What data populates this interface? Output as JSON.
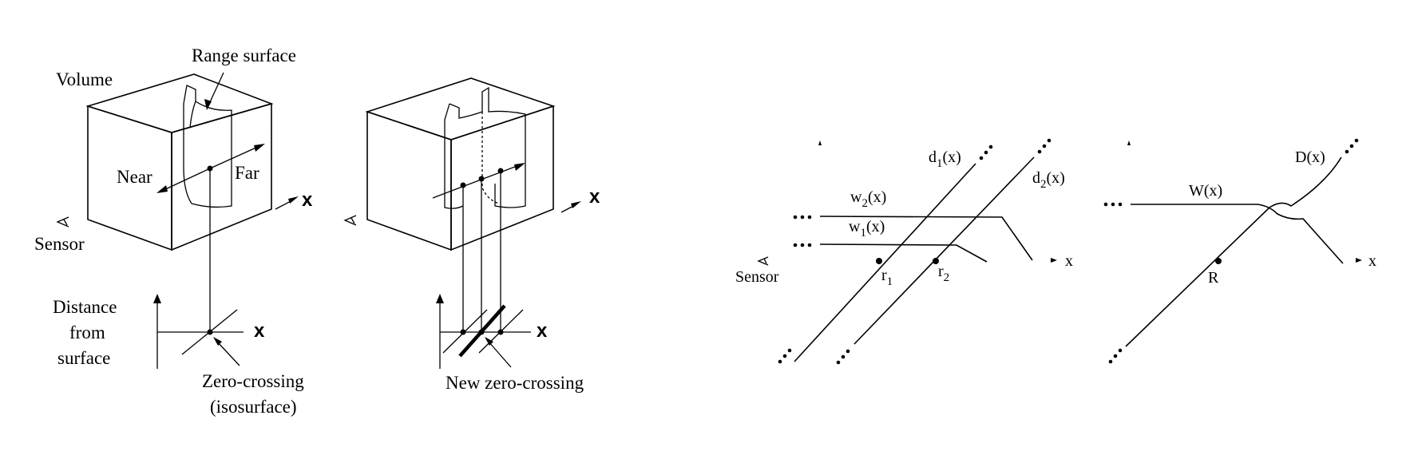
{
  "panel_a": {
    "volume_label": "Volume",
    "range_surface_label": "Range surface",
    "near_label": "Near",
    "far_label": "Far",
    "x_label": "x",
    "sensor_label": "Sensor",
    "distance_label_line1": "Distance",
    "distance_label_line2": "from",
    "distance_label_line3": "surface",
    "plot_x_label": "x",
    "zero_crossing_line1": "Zero-crossing",
    "zero_crossing_line2": "(isosurface)"
  },
  "panel_b": {
    "x_label": "x",
    "plot_x_label": "x",
    "new_zero_crossing_label": "New zero-crossing"
  },
  "panel_c": {
    "sensor_label": "Sensor",
    "d1_base": "d",
    "d1_sub": "1",
    "d1_arg": "(x)",
    "d2_base": "d",
    "d2_sub": "2",
    "d2_arg": "(x)",
    "w2_base": "w",
    "w2_sub": "2",
    "w2_arg": "(x)",
    "w1_base": "w",
    "w1_sub": "1",
    "w1_arg": "(x)",
    "r1_base": "r",
    "r1_sub": "1",
    "r2_base": "r",
    "r2_sub": "2",
    "x_label": "x",
    "ellipsis": "..."
  },
  "panel_d": {
    "D_label": "D(x)",
    "W_label": "W(x)",
    "R_label": "R",
    "x_label": "x",
    "ellipsis": "..."
  }
}
